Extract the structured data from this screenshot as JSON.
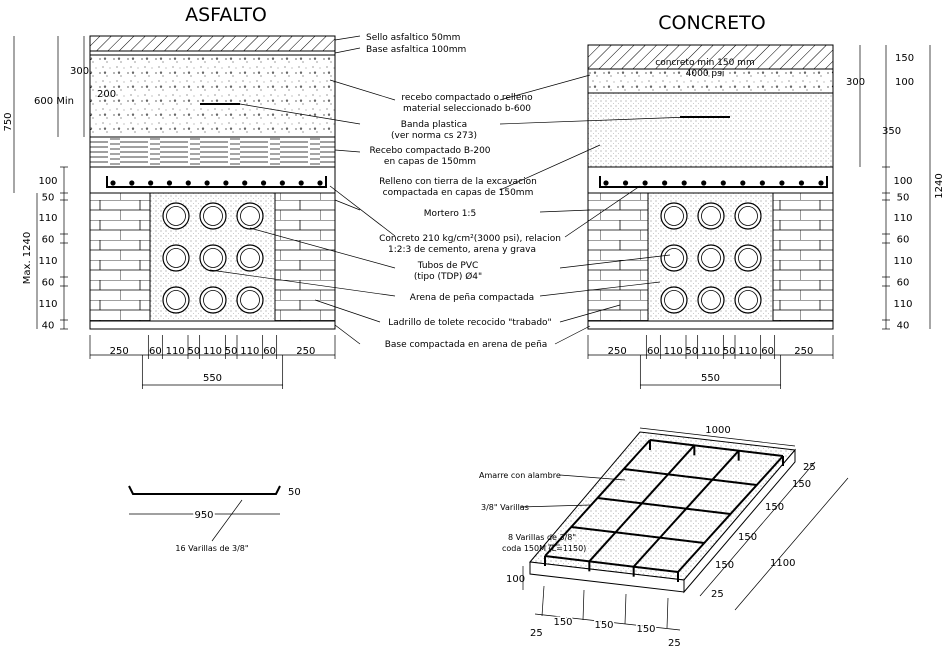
{
  "titles": {
    "asphalt": "ASFALTO",
    "concrete": "CONCRETO"
  },
  "center_labels": {
    "sello": "Sello asfaltico 50mm",
    "base_asf": "Base asfaltica 100mm",
    "recebo_line1": "recebo compactado o relleno",
    "recebo_line2": "material seleccionado b-600",
    "banda_line1": "Banda plastica",
    "banda_line2": "(ver norma cs 273)",
    "b200_line1": "Recebo compactado B-200",
    "b200_line2": "en capas de 150mm",
    "relleno_line1": "Relleno con tierra de la excavacion",
    "relleno_line2": "compactada en capas de 150mm",
    "mortero": "Mortero 1:5",
    "concreto_line1": "Concreto 210 kg/cm²(3000 psi), relacion",
    "concreto_line2": "1:2:3 de cemento, arena y grava",
    "tubos_line1": "Tubos de PVC",
    "tubos_line2": "(tipo (TDP) Ø4\"",
    "arena": "Arena de peña compactada",
    "ladrillo": "Ladrillo de tolete recocido \"trabado\"",
    "base_comp": "Base compactada en arena de peña"
  },
  "concrete_labels": {
    "line1": "concreto min 150 mm",
    "line2": "4000 psi"
  },
  "asphalt_dims": {
    "d750": "750",
    "d600": "600 Min",
    "d300": "300",
    "d200": "200",
    "max1240": "Max. 1240",
    "left_stack": [
      "100",
      "50",
      "110",
      "60",
      "110",
      "60",
      "110",
      "40"
    ]
  },
  "concrete_dims": {
    "top": [
      "150",
      "100"
    ],
    "d300": "300",
    "d350": "350",
    "d1240": "1240",
    "right_stack": [
      "100",
      "50",
      "110",
      "60",
      "110",
      "60",
      "110",
      "40"
    ]
  },
  "bottom_dims": {
    "segments": [
      "250",
      "60",
      "110",
      "50",
      "110",
      "50",
      "110",
      "60",
      "250"
    ],
    "total": "550"
  },
  "rebar_detail": {
    "width": "950",
    "hook": "50",
    "caption": "16 Varillas de 3/8\""
  },
  "mat_detail": {
    "d1000": "1000",
    "amarre": "Amarre con alambre",
    "varillas": "3/8\" Varillas",
    "eight_line1": "8 Varillas de 3/8\"",
    "eight_line2": "coda 150M (L=1150)",
    "d100": "100",
    "front": [
      "150",
      "150",
      "150"
    ],
    "d25": "25",
    "right_spacing": [
      "150",
      "150",
      "150",
      "150"
    ],
    "d1100": "1100"
  },
  "colors": {
    "ink": "#000000",
    "paper": "#ffffff"
  }
}
